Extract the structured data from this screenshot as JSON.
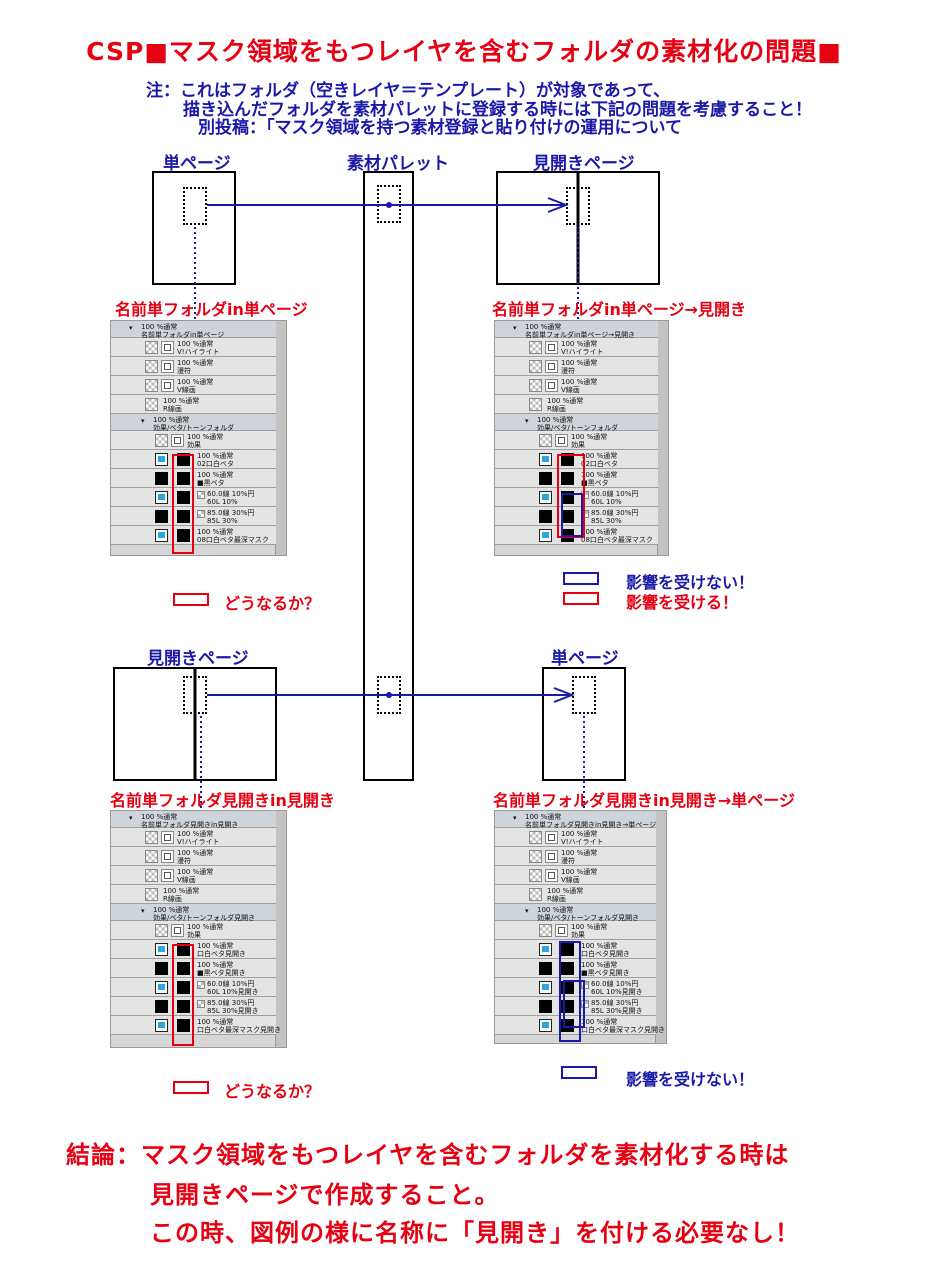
{
  "title": "CSP■マスク領域をもつレイヤを含むフォルダの素材化の問題■",
  "notes": [
    "注：これはフォルダ（空きレイヤ＝テンプレート）が対象であって、",
    "描き込んだフォルダを素材パレットに登録する時には下記の問題を考慮すること！",
    "別投稿：「マスク領域を持つ素材登録と貼り付けの運用について"
  ],
  "labels": {
    "tl_page": "単ページ",
    "palette": "素材パレット",
    "tr_page": "見開きページ",
    "bl_page": "見開きページ",
    "br_page": "単ページ"
  },
  "captions": {
    "tl": "名前単フォルダin単ページ",
    "tr": "名前単フォルダin単ページ→見開き",
    "bl": "名前単フォルダ見開きin見開き",
    "br": "名前単フォルダ見開きin見開き→単ページ"
  },
  "legend": {
    "question": "どうなるか？",
    "unaffected": "影響を受けない！",
    "affected": "影響を受ける！"
  },
  "colors": {
    "red": "#e60012",
    "blue": "#1a1aa8",
    "cyan": "#29a9e0"
  },
  "panels": {
    "tl": {
      "folder": [
        "100 %通常",
        "名前単フォルダin単ページ"
      ],
      "rows": [
        [
          "100 %通常",
          "V!ハイライト"
        ],
        [
          "100 %通常",
          "漫符"
        ],
        [
          "100 %通常",
          "V線画"
        ],
        [
          "100 %通常",
          "R線画"
        ]
      ],
      "subfolder": [
        "100 %通常",
        "効果/ベタ/トーンフォルダ"
      ],
      "sub_rows": [
        [
          "100 %通常",
          "効果"
        ],
        [
          "100 %通常",
          "02口白ベタ"
        ],
        [
          "100 %通常",
          "■黒ベタ"
        ],
        [
          "60.0線 10%円",
          "60L 10%"
        ],
        [
          "85.0線 30%円",
          "85L 30%"
        ],
        [
          "100 %通常",
          "08口白ベタ最深マスク"
        ]
      ]
    },
    "tr": {
      "folder": [
        "100 %通常",
        "名前単フォルダin単ページ→見開き"
      ],
      "rows": [
        [
          "100 %通常",
          "V!ハイライト"
        ],
        [
          "100 %通常",
          "漫符"
        ],
        [
          "100 %通常",
          "V線画"
        ],
        [
          "100 %通常",
          "R線画"
        ]
      ],
      "subfolder": [
        "100 %通常",
        "効果/ベタ/トーンフォルダ"
      ],
      "sub_rows": [
        [
          "100 %通常",
          "効果"
        ],
        [
          "100 %通常",
          "02口白ベタ"
        ],
        [
          "100 %通常",
          "■黒ベタ"
        ],
        [
          "60.0線 10%円",
          "60L 10%"
        ],
        [
          "85.0線 30%円",
          "85L 30%"
        ],
        [
          "100 %通常",
          "08口白ベタ最深マスク"
        ]
      ]
    },
    "bl": {
      "folder": [
        "100 %通常",
        "名前単フォルダ見開きin見開き"
      ],
      "rows": [
        [
          "100 %通常",
          "V!ハイライト"
        ],
        [
          "100 %通常",
          "漫符"
        ],
        [
          "100 %通常",
          "V線画"
        ],
        [
          "100 %通常",
          "R線画"
        ]
      ],
      "subfolder": [
        "100 %通常",
        "効果/ベタ/トーンフォルダ見開き"
      ],
      "sub_rows": [
        [
          "100 %通常",
          "効果"
        ],
        [
          "100 %通常",
          "口白ベタ見開き"
        ],
        [
          "100 %通常",
          "■黒ベタ見開き"
        ],
        [
          "60.0線 10%円",
          "60L 10%見開き"
        ],
        [
          "85.0線 30%円",
          "85L 30%見開き"
        ],
        [
          "100 %通常",
          "口白ベタ最深マスク見開き"
        ]
      ]
    },
    "br": {
      "folder": [
        "100 %通常",
        "名前単フォルダ見開きin見開き→単ページ"
      ],
      "rows": [
        [
          "100 %通常",
          "V!ハイライト"
        ],
        [
          "100 %通常",
          "漫符"
        ],
        [
          "100 %通常",
          "V線画"
        ],
        [
          "100 %通常",
          "R線画"
        ]
      ],
      "subfolder": [
        "100 %通常",
        "効果/ベタ/トーンフォルダ見開き"
      ],
      "sub_rows": [
        [
          "100 %通常",
          "効果"
        ],
        [
          "100 %通常",
          "口白ベタ見開き"
        ],
        [
          "100 %通常",
          "■黒ベタ見開き"
        ],
        [
          "60.0線 10%円",
          "60L 10%見開き"
        ],
        [
          "85.0線 30%円",
          "85L 30%見開き"
        ],
        [
          "100 %通常",
          "口白ベタ最深マスク見開き"
        ]
      ]
    }
  },
  "conclusion": [
    "結論：マスク領域をもつレイヤを含むフォルダを素材化する時は",
    "見開きページで作成すること。",
    "この時、図例の様に名称に「見開き」を付ける必要なし！"
  ]
}
